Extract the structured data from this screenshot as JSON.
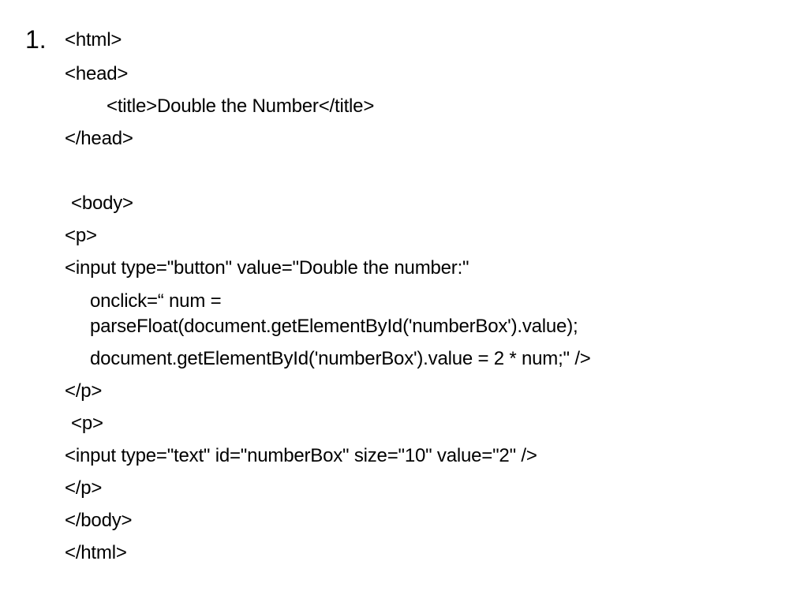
{
  "slide": {
    "item_number": "1.",
    "lines": [
      "<html>",
      "<head>",
      "<title>Double the Number</title>",
      "</head>",
      "<body>",
      "<p>",
      "<input type=\"button\" value=\"Double the number:\"",
      "onclick=“ num =",
      "parseFloat(document.getElementById('numberBox').value);",
      "document.getElementById('numberBox').value = 2 * num;\" />",
      "</p>",
      "<p>",
      "<input type=\"text\" id=\"numberBox\" size=\"10\" value=\"2\" />",
      "</p>",
      "</body>",
      "</html>"
    ]
  }
}
